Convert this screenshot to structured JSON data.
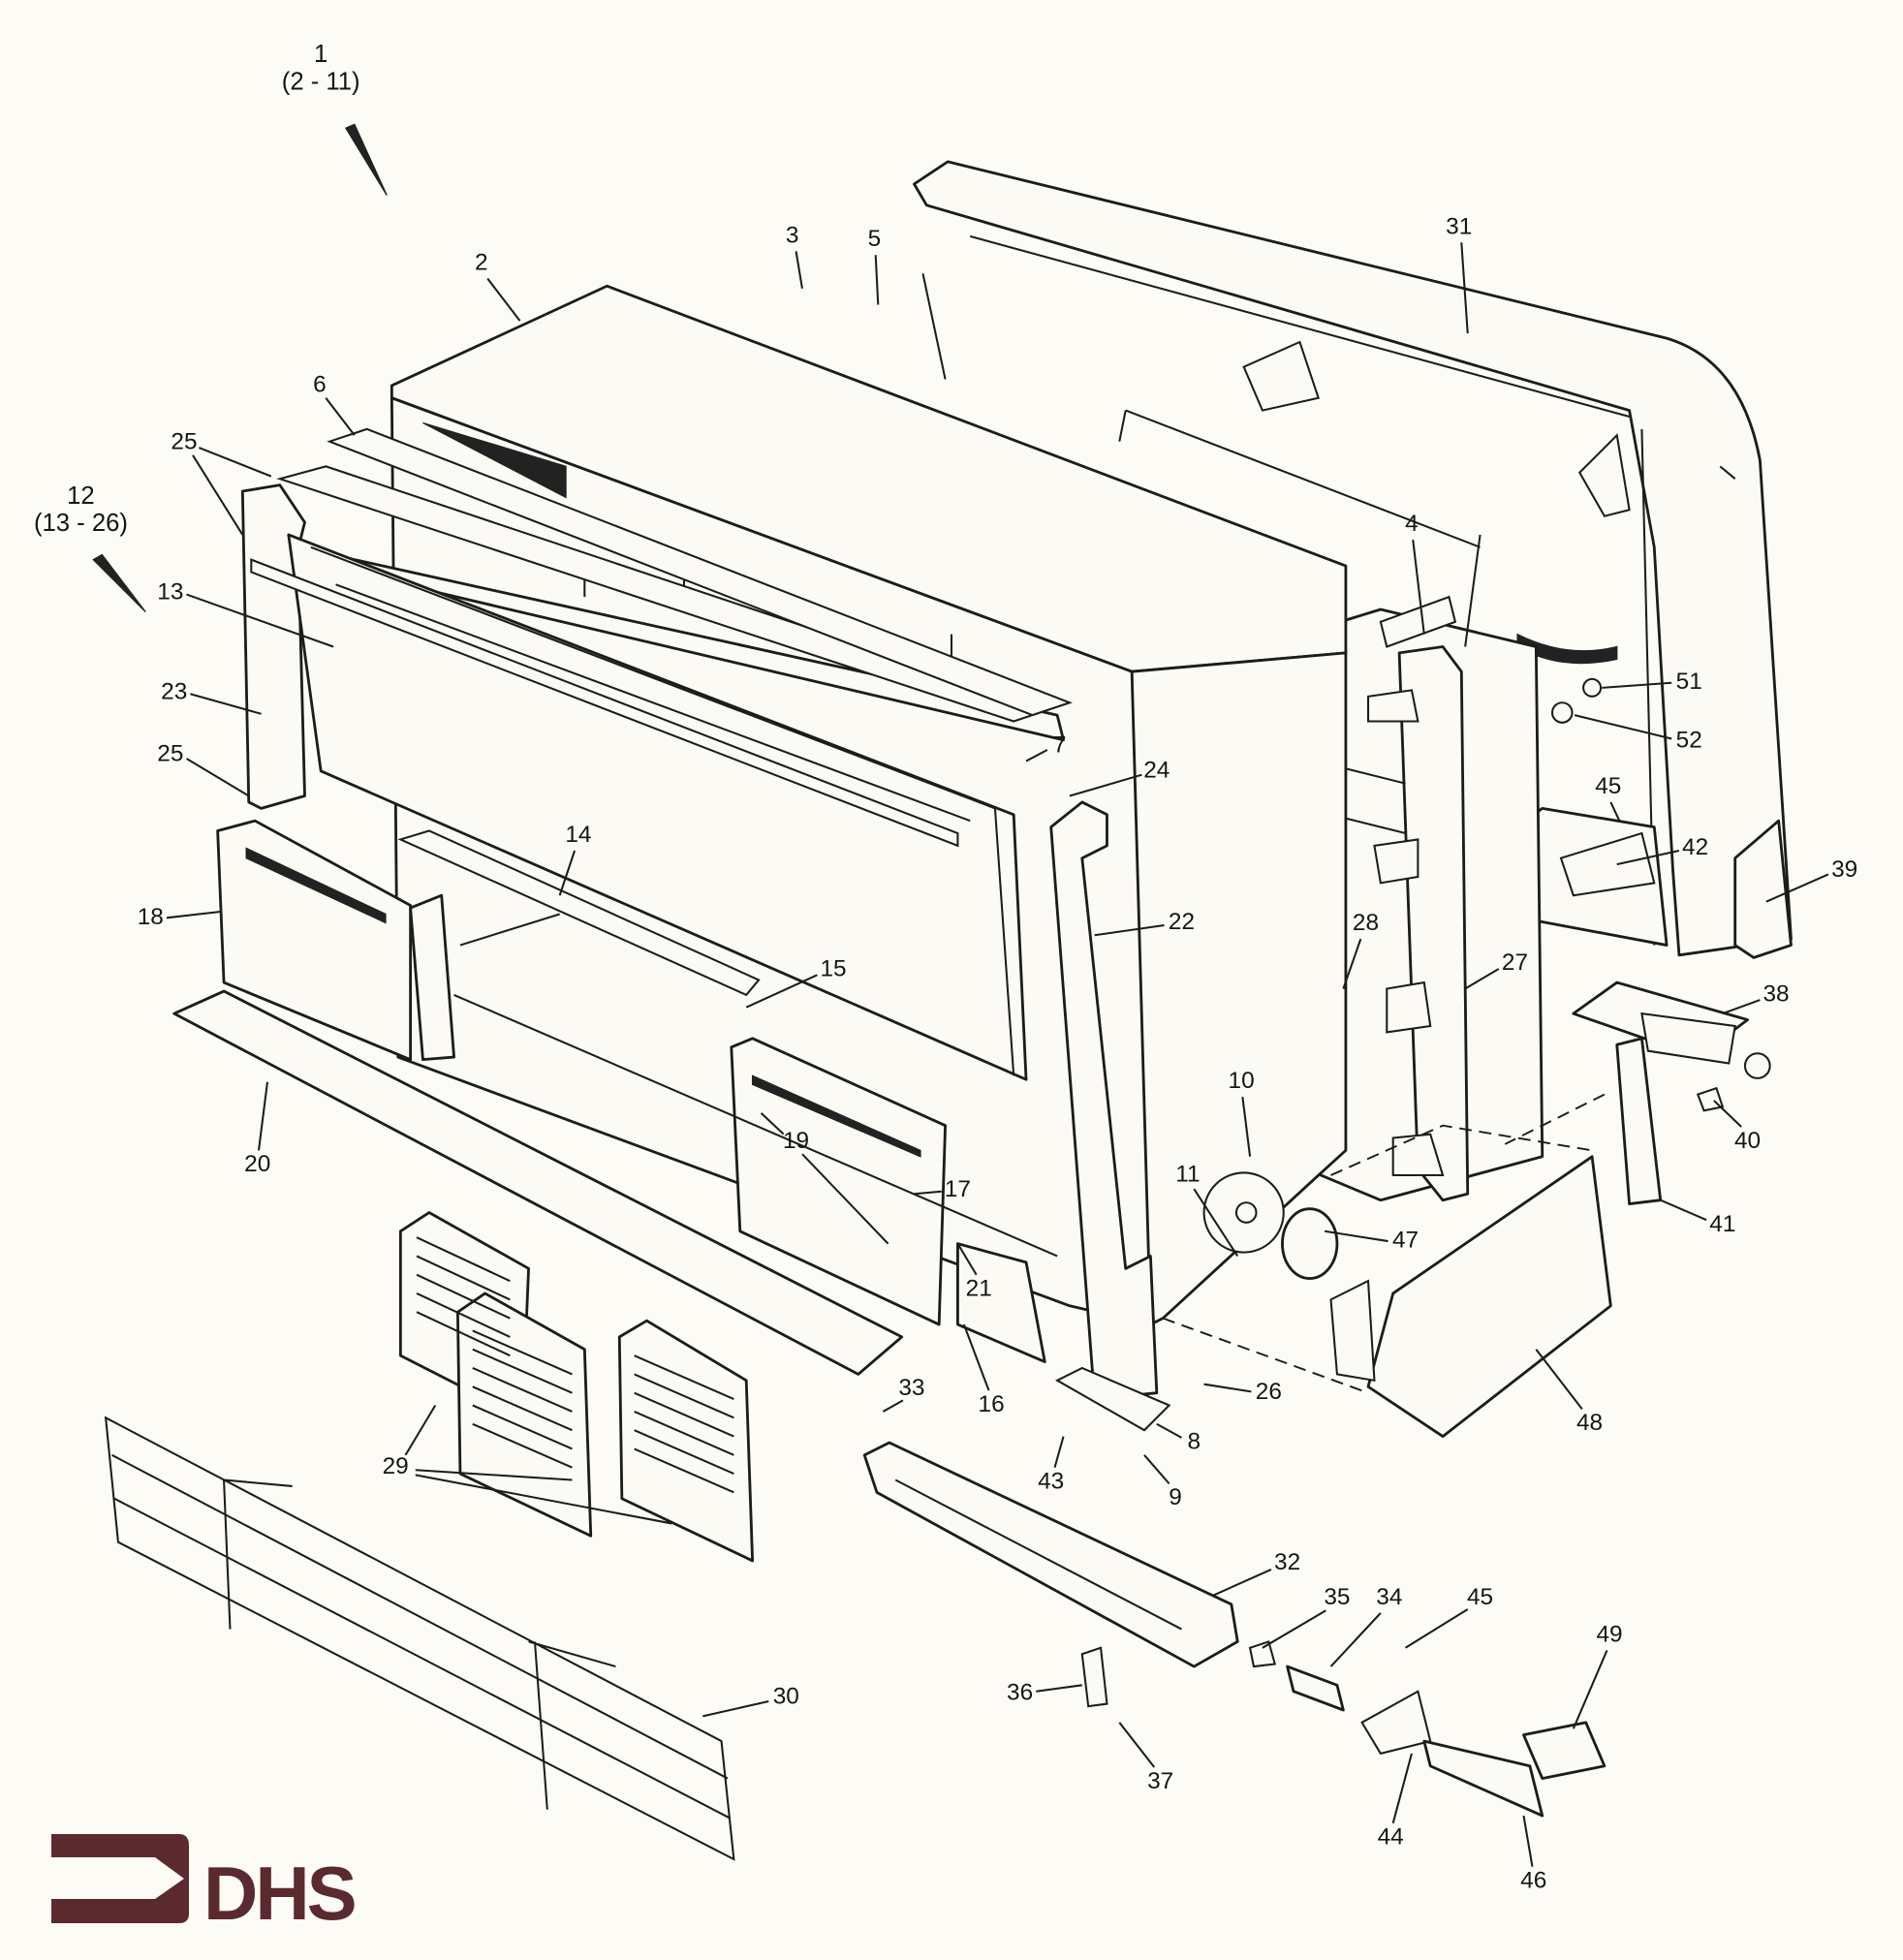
{
  "diagram": {
    "assemblies": [
      {
        "number": "1",
        "range": "(2 - 11)"
      },
      {
        "number": "12",
        "range": "(13 - 26)"
      }
    ],
    "callouts": [
      "2",
      "3",
      "5",
      "31",
      "6",
      "25",
      "13",
      "23",
      "25",
      "7",
      "24",
      "4",
      "51",
      "52",
      "45",
      "42",
      "39",
      "14",
      "18",
      "22",
      "28",
      "27",
      "15",
      "38",
      "10",
      "40",
      "19",
      "20",
      "17",
      "11",
      "47",
      "41",
      "21",
      "16",
      "26",
      "8",
      "33",
      "43",
      "9",
      "48",
      "29",
      "32",
      "35",
      "34",
      "45",
      "49",
      "36",
      "30",
      "37",
      "44",
      "46"
    ]
  },
  "logo": {
    "text": "DHS",
    "color": "#5a2a2e"
  },
  "colors": {
    "ink": "#1c1c1c",
    "paper": "#fcfbf6"
  }
}
